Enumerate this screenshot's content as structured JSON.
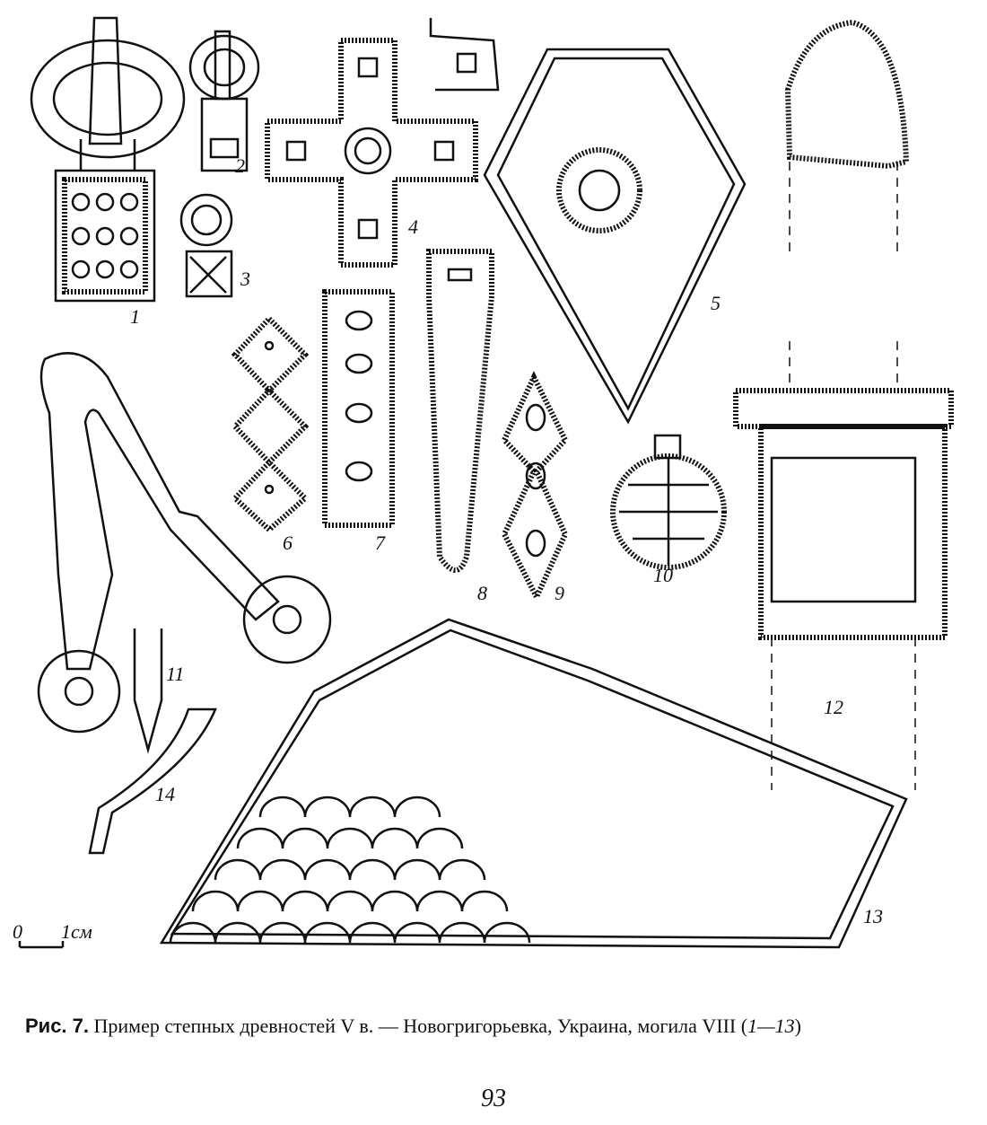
{
  "figure": {
    "item_labels": [
      "1",
      "2",
      "3",
      "4",
      "5",
      "6",
      "7",
      "8",
      "9",
      "10",
      "11",
      "12",
      "13",
      "14"
    ],
    "scale_bar": {
      "zero": "0",
      "unit": "1см"
    }
  },
  "caption": {
    "prefix": "Рис. 7.",
    "text": " Пример степных древностей V в. — Новогригорьевка, Украина, могила VIII (",
    "range": "1—13",
    "suffix": ")"
  },
  "page_number": "93"
}
